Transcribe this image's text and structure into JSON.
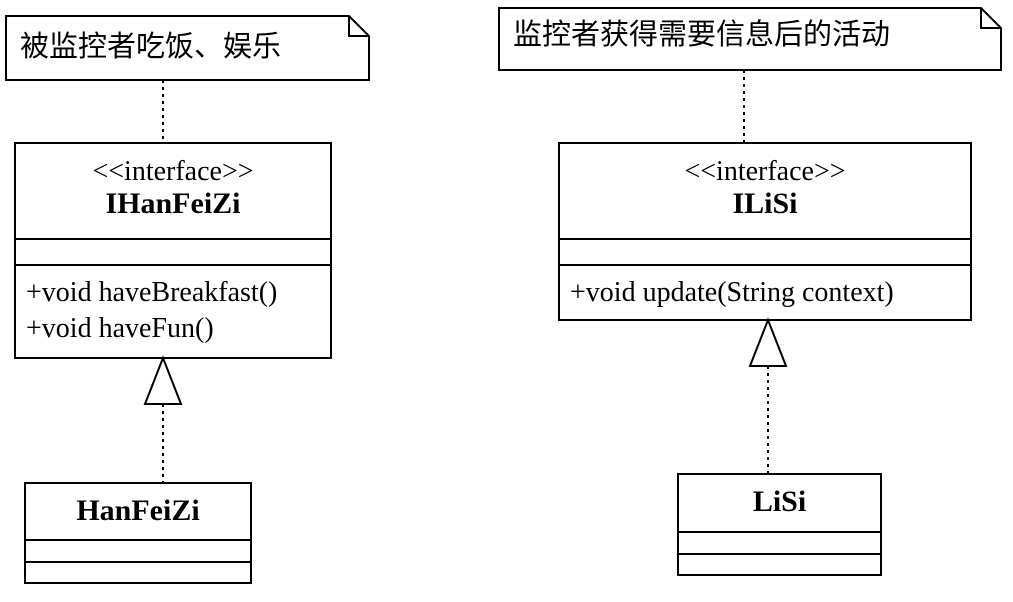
{
  "notes": {
    "left": "被监控者吃饭、娱乐",
    "right": "监控者获得需要信息后的活动"
  },
  "classes": {
    "ihanfeizi": {
      "stereotype": "<<interface>>",
      "name": "IHanFeiZi",
      "methods": [
        "+void haveBreakfast()",
        "+void haveFun()"
      ]
    },
    "hanfeizi": {
      "name": "HanFeiZi"
    },
    "ilisi": {
      "stereotype": "<<interface>>",
      "name": "ILiSi",
      "methods": [
        "+void update(String context)"
      ]
    },
    "lisi": {
      "name": "LiSi"
    }
  }
}
